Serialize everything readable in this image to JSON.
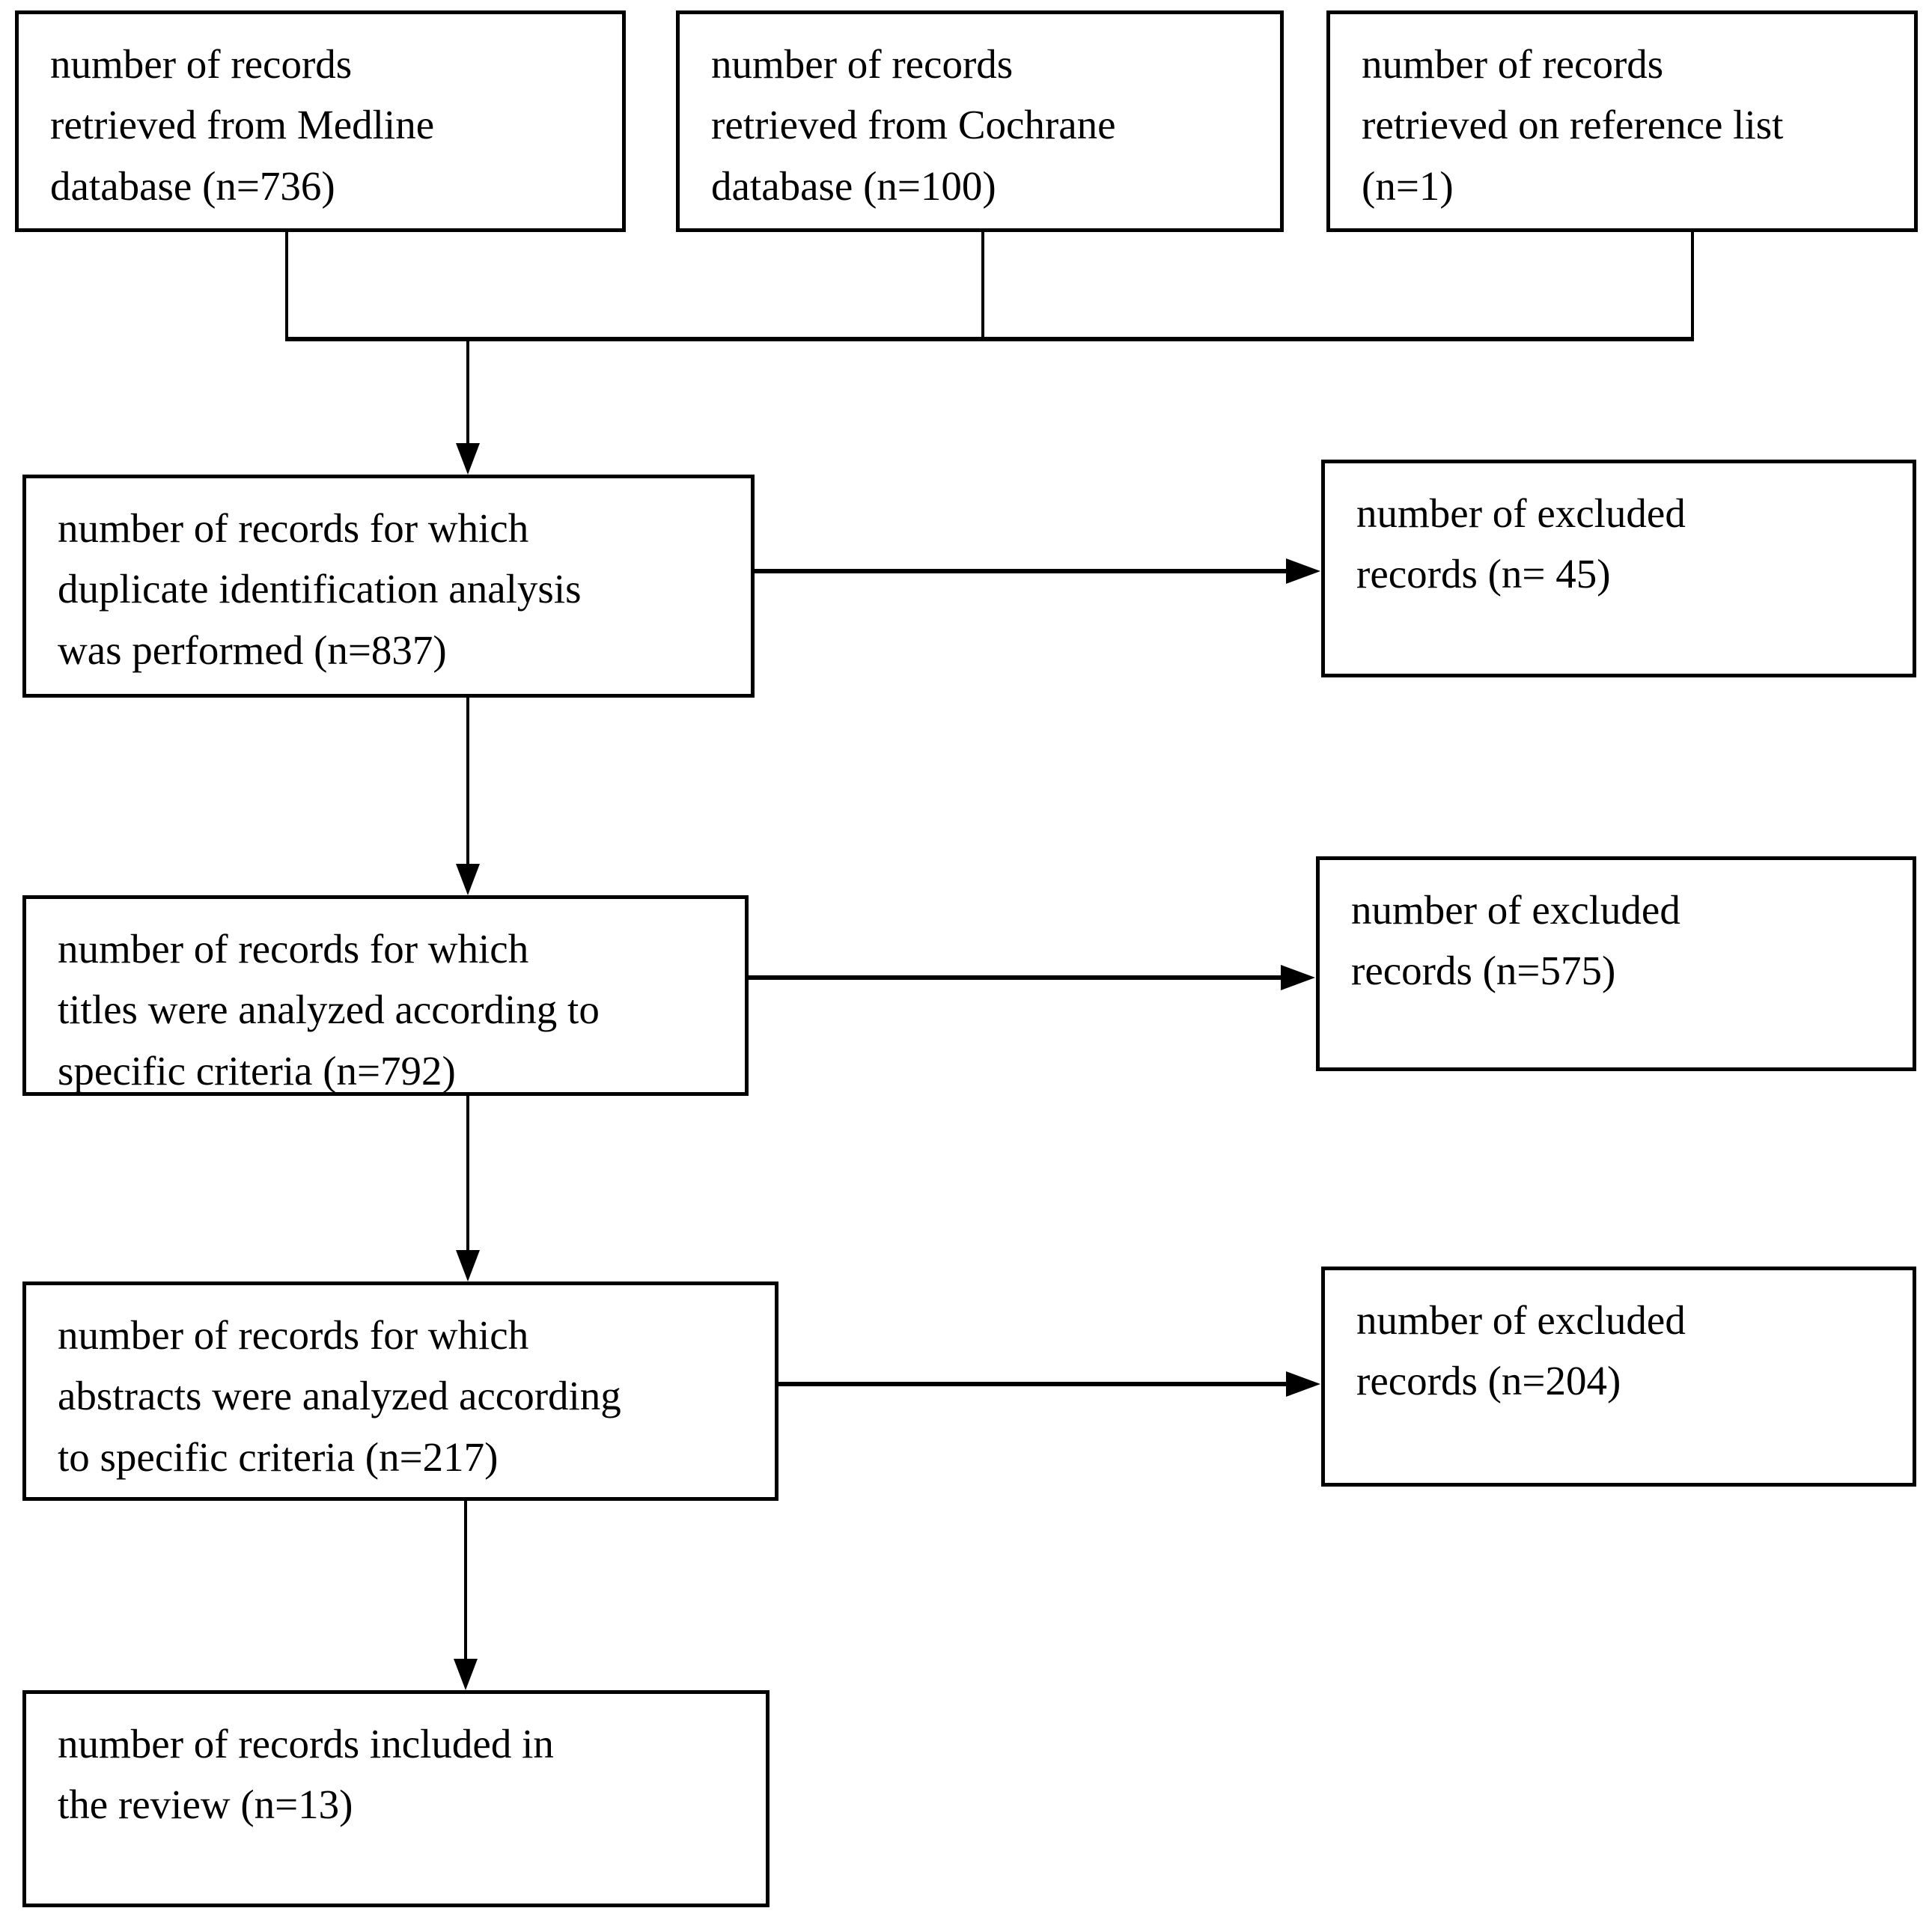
{
  "diagram_type": "flowchart",
  "nodes": {
    "medline": {
      "text": "number of records\nretrieved from Medline\ndatabase (n=736)",
      "n": 736
    },
    "cochrane": {
      "text": "number of records\nretrieved from Cochrane\ndatabase (n=100)",
      "n": 100
    },
    "reference": {
      "text": "number of records\nretrieved on reference list\n(n=1)",
      "n": 1
    },
    "duplicates": {
      "text": "number of records for which\nduplicate identification analysis\nwas performed (n=837)",
      "n": 837
    },
    "excluded_duplicates": {
      "text": "number of excluded\nrecords (n= 45)",
      "n": 45
    },
    "titles": {
      "text": "number of records for which\ntitles were analyzed according to\nspecific criteria (n=792)",
      "n": 792
    },
    "excluded_titles": {
      "text": "number of excluded\nrecords (n=575)",
      "n": 575
    },
    "abstracts": {
      "text": "number of records for which\nabstracts were analyzed according\nto specific criteria (n=217)",
      "n": 217
    },
    "excluded_abstracts": {
      "text": "number of excluded\nrecords (n=204)",
      "n": 204
    },
    "included": {
      "text": "number of records included in\nthe review (n=13)",
      "n": 13
    }
  },
  "edges": [
    {
      "from": "medline",
      "to": "duplicates"
    },
    {
      "from": "cochrane",
      "to": "duplicates"
    },
    {
      "from": "reference",
      "to": "duplicates"
    },
    {
      "from": "duplicates",
      "to": "excluded_duplicates"
    },
    {
      "from": "duplicates",
      "to": "titles"
    },
    {
      "from": "titles",
      "to": "excluded_titles"
    },
    {
      "from": "titles",
      "to": "abstracts"
    },
    {
      "from": "abstracts",
      "to": "excluded_abstracts"
    },
    {
      "from": "abstracts",
      "to": "included"
    }
  ],
  "colors": {
    "line": "#000000",
    "text": "#000000",
    "background": "#ffffff"
  }
}
